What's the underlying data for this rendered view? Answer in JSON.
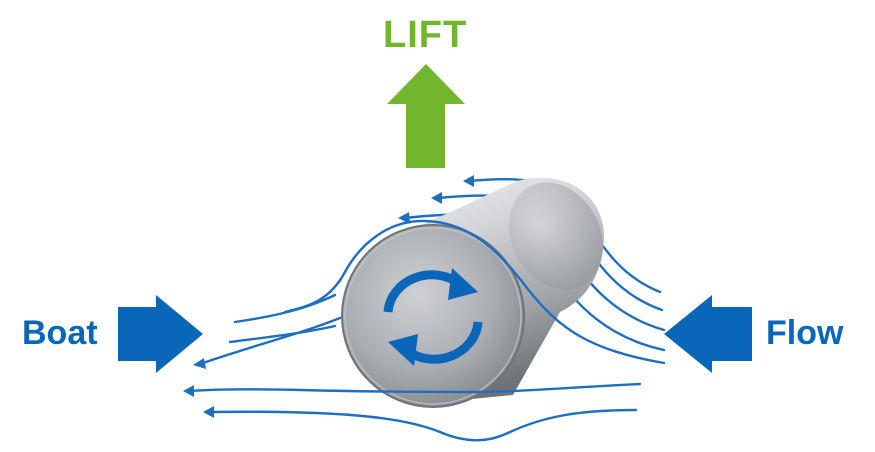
{
  "labels": {
    "lift": "LIFT",
    "boat": "Boat",
    "flow": "Flow"
  },
  "colors": {
    "lift_green": "#71b62c",
    "blue": "#0a66b8",
    "streamline_blue": "#1e6fc0",
    "cylinder_light": "#e2e3e5",
    "cylinder_dark": "#7c7f84",
    "face": "#a9acb1"
  },
  "icons": {
    "lift_arrow": "arrow-up-icon",
    "boat_arrow": "arrow-right-icon",
    "flow_arrow": "arrow-left-icon",
    "rotation": "rotate-icon"
  }
}
